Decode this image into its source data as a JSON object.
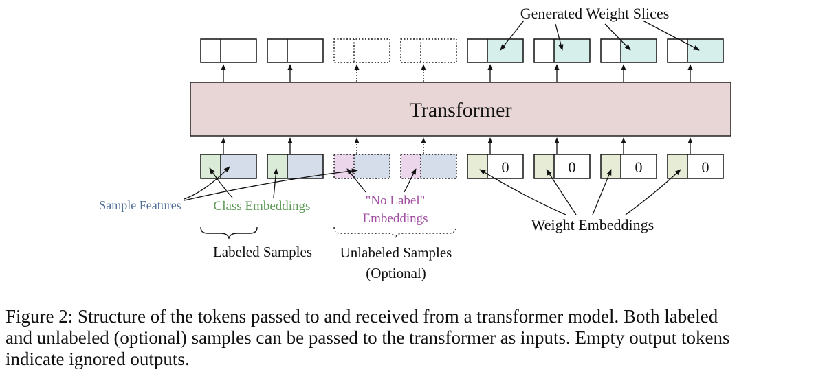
{
  "diagram": {
    "transformer_label": "Transformer",
    "generated_label": "Generated Weight Slices",
    "sample_features_label": "Sample Features",
    "class_embeddings_label": "Class Embeddings",
    "no_label_line1": "\"No Label\"",
    "no_label_line2": "Embeddings",
    "weight_embeddings_label": "Weight Embeddings",
    "labeled_samples_label": "Labeled Samples",
    "unlabeled_line1": "Unlabeled Samples",
    "unlabeled_line2": "(Optional)",
    "zero_value": "0",
    "colors": {
      "transformer_fill": "#e8d6d6",
      "sample_feature": "#d5dcea",
      "class_embedding": "#daecd8",
      "no_label": "#ecd6ec",
      "weight_embedding": "#e6ecd6",
      "generated_slice": "#d6efeb",
      "sample_features_text": "#4f6f96",
      "class_embeddings_text": "#5d9a55",
      "no_label_text": "#a04ea0"
    }
  },
  "caption": {
    "line1": "Figure 2:   Structure of the tokens passed to and received from a transformer model.  Both labeled",
    "line2": "and unlabeled (optional) samples can be passed to the transformer as inputs.  Empty output tokens",
    "line3": "indicate ignored outputs."
  }
}
